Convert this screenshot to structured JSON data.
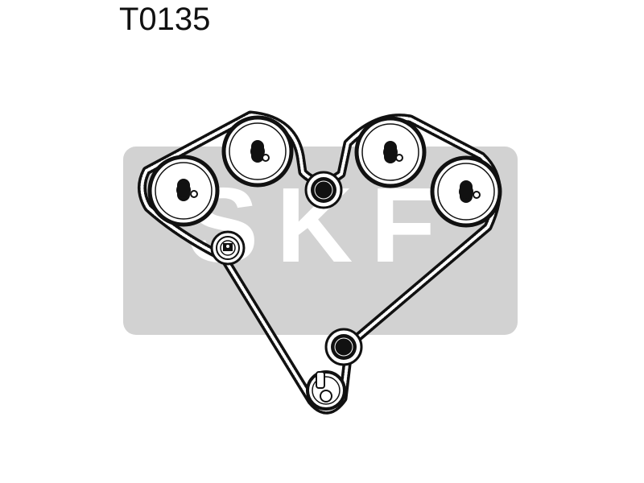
{
  "header": {
    "part_number": "T0135"
  },
  "logo": {
    "text": "SKF",
    "color": "#d2d2d2",
    "letter_color": "#ffffff"
  },
  "belt": {
    "color": "#111111"
  },
  "pulleys": [
    {
      "name": "camshaft-pulley-1",
      "role": "camshaft"
    },
    {
      "name": "camshaft-pulley-2",
      "role": "camshaft"
    },
    {
      "name": "idler-pulley-upper",
      "role": "idler"
    },
    {
      "name": "camshaft-pulley-3",
      "role": "camshaft"
    },
    {
      "name": "camshaft-pulley-4",
      "role": "camshaft"
    },
    {
      "name": "tensioner-pulley",
      "role": "tensioner"
    },
    {
      "name": "idler-pulley-lower",
      "role": "idler"
    },
    {
      "name": "crankshaft-pulley",
      "role": "crankshaft"
    }
  ]
}
